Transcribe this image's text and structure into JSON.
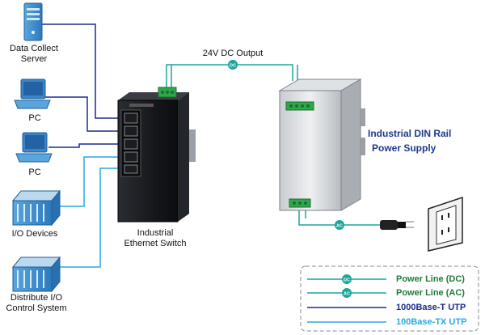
{
  "devices": {
    "server": "Data Collect\nServer",
    "pc1": "PC",
    "pc2": "PC",
    "io_devices": "I/O Devices",
    "distribute_io": "Distribute I/O\nControl System",
    "switch": "Industrial\nEthernet Switch"
  },
  "power_supply_title": "Industrial DIN Rail",
  "power_supply_subtitle": "Power Supply",
  "output_label": "24V DC Output",
  "badges": {
    "dc": "DC",
    "ac": "AC"
  },
  "legend": {
    "dc": "Power Line (DC)",
    "ac": "Power Line (AC)",
    "t_utp": "1000Base-T UTP",
    "tx_utp": "100Base-TX UTP"
  },
  "colors": {
    "power_line": "#1ea59a",
    "base_t": "#1d2b8f",
    "base_tx": "#29a9e1",
    "connector_green": "#2ea84a"
  }
}
